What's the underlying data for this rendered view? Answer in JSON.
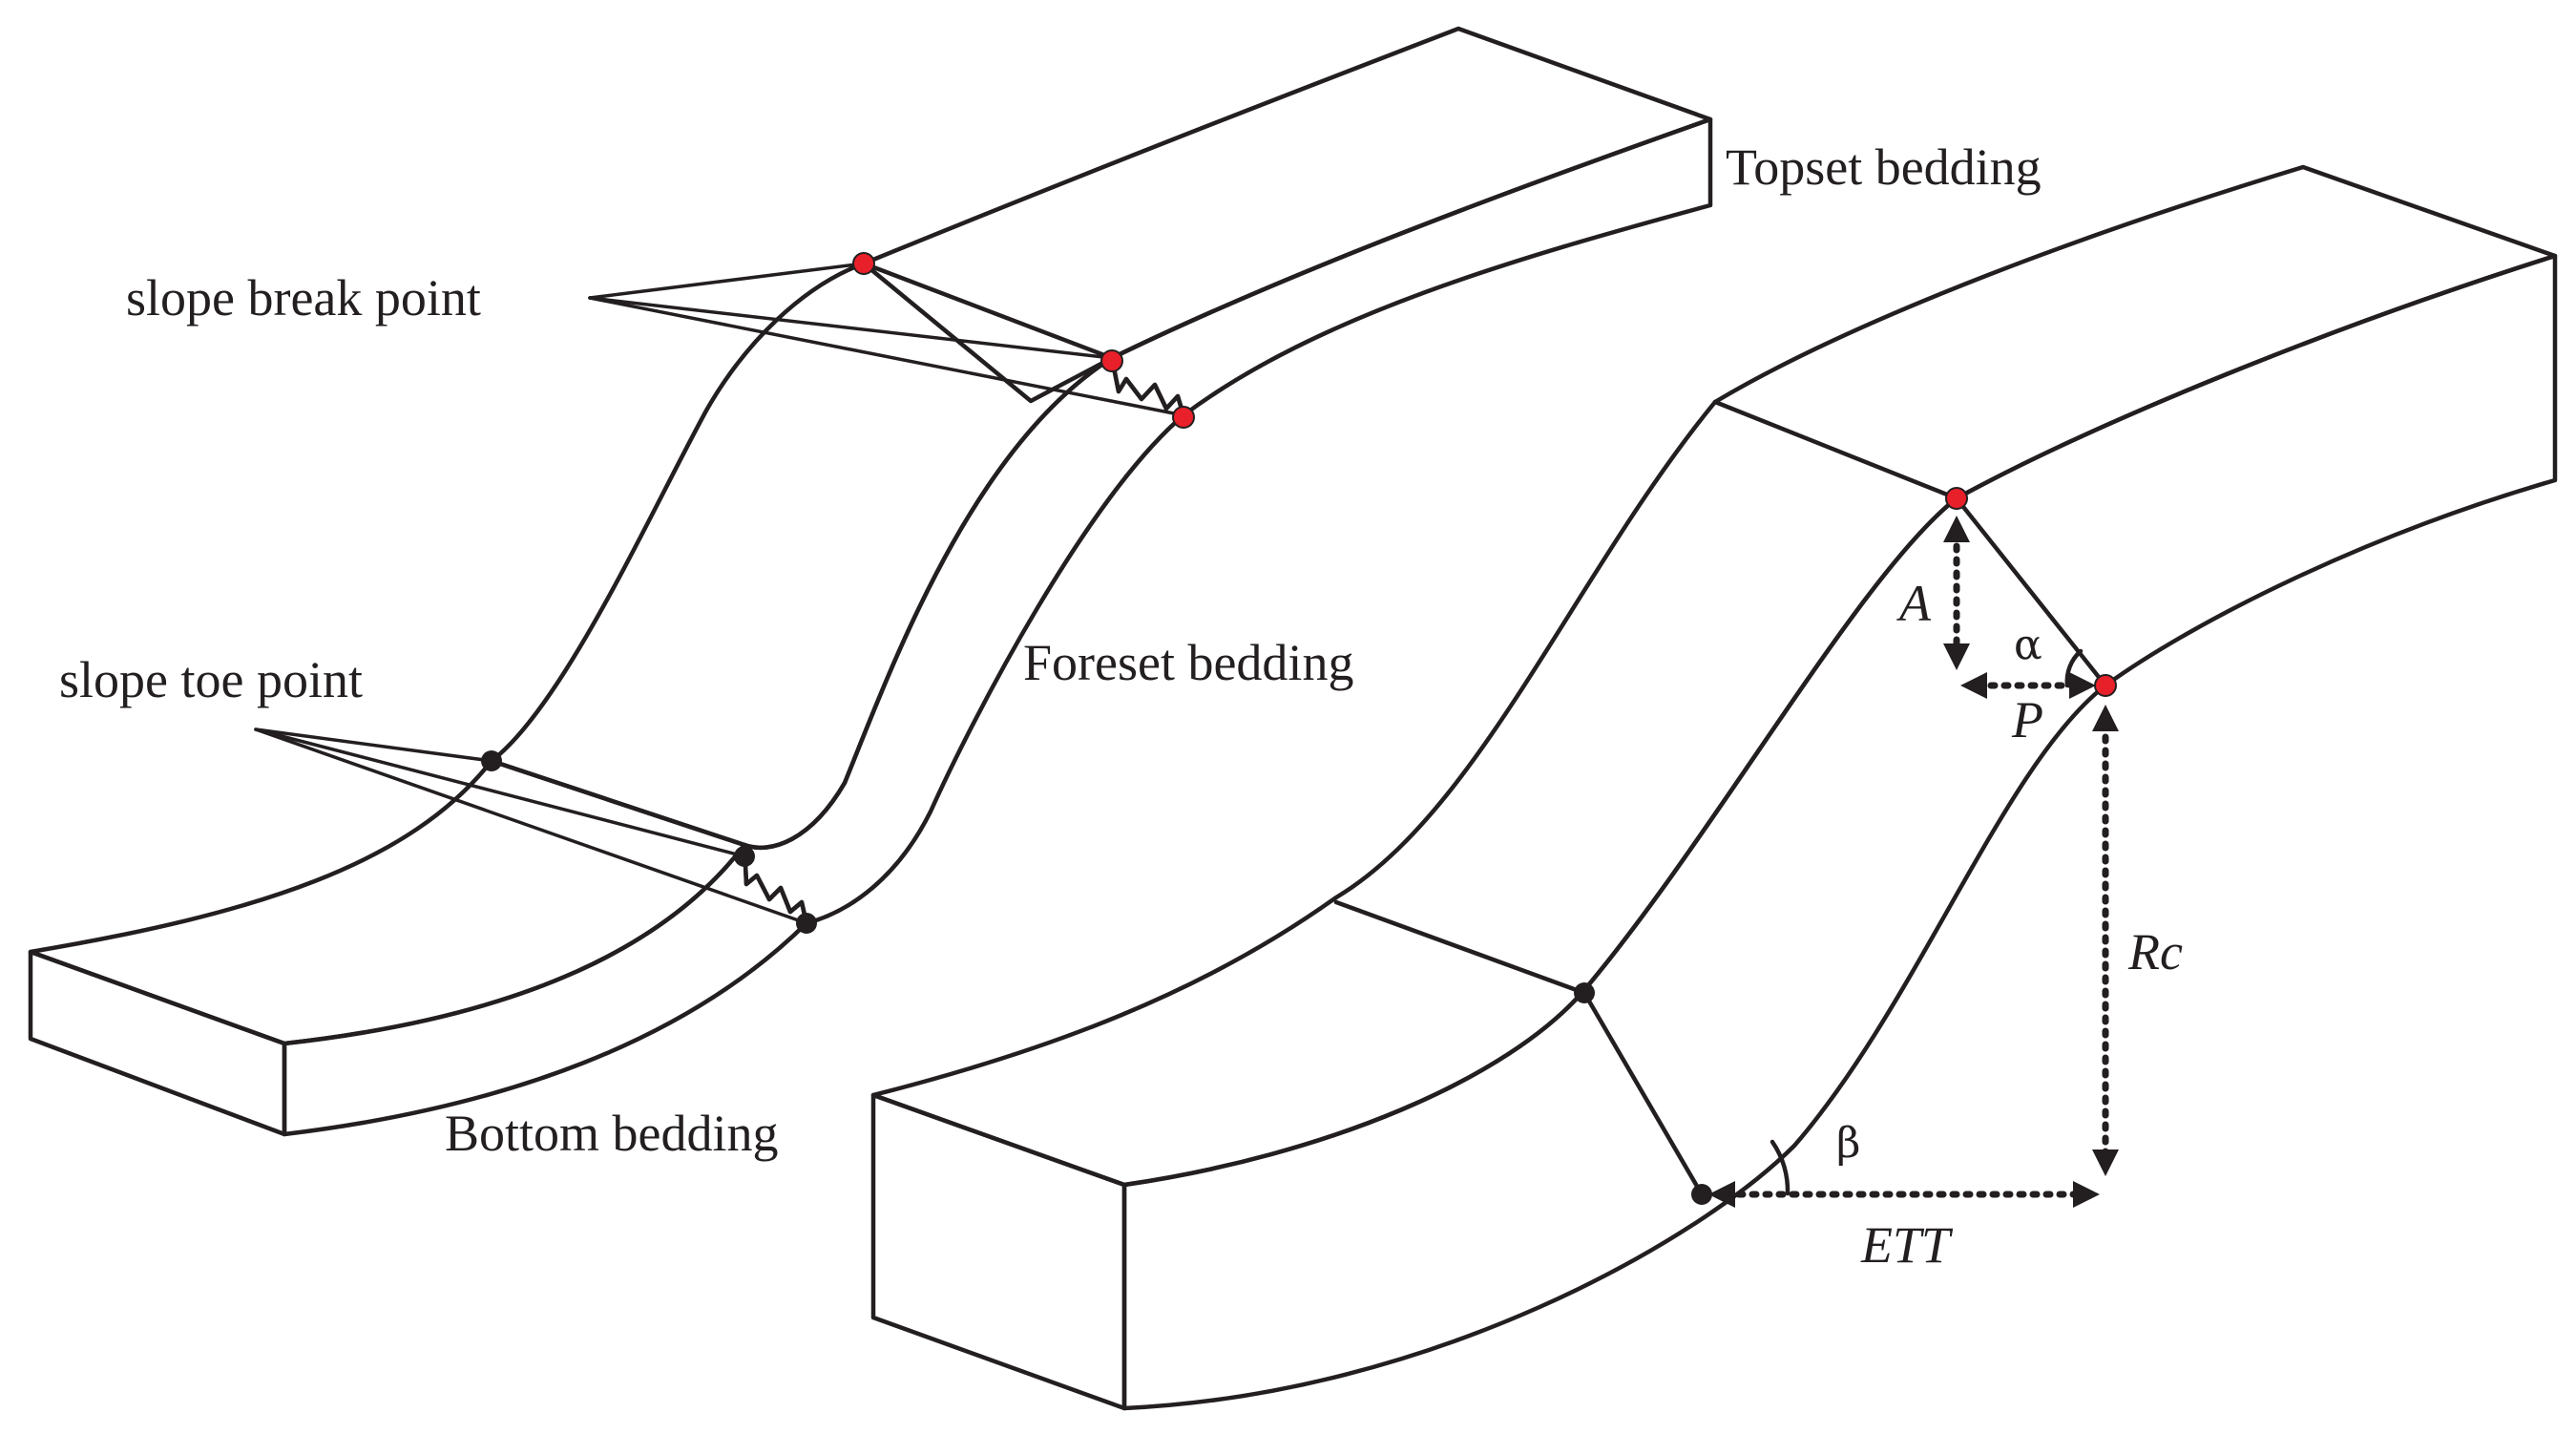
{
  "labels": {
    "topset": "Topset bedding",
    "foreset": "Foreset bedding",
    "bottom": "Bottom bedding",
    "slope_break": "slope break point",
    "slope_toe": "slope toe point"
  },
  "symbols": {
    "A": "A",
    "P": "P",
    "alpha": "α",
    "Rc": "Rc",
    "beta": "β",
    "ETT": "ETT"
  },
  "colors": {
    "topset_fill": "#857670",
    "foreset_fill": "#a4d8f5",
    "bottom_fill": "#0088d6",
    "break_point": "#e8202a",
    "toe_point": "#231f20",
    "line": "#231f20"
  }
}
